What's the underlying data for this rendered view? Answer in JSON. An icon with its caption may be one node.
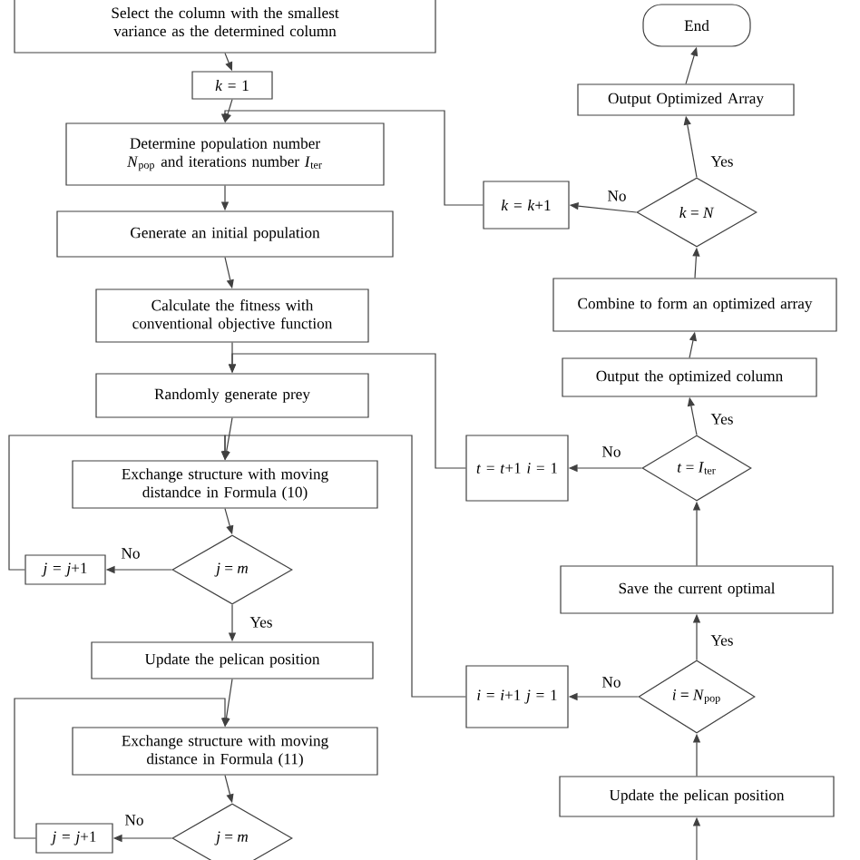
{
  "diagram": {
    "nodes": [
      {
        "text": [
          "Select the column with the smallest variance as the determined column"
        ]
      },
      {
        "text": [
          "*k* = 1"
        ]
      },
      {
        "text": [
          "Determine population number *N*$_{pop}$ and iterations number *I*$_{ter}$"
        ]
      },
      {
        "text": [
          "Generate an initial population"
        ]
      },
      {
        "text": [
          "Calculate the fitness with conventional objective function"
        ]
      },
      {
        "text": [
          "Randomly generate prey"
        ]
      },
      {
        "text": [
          "Exchange structure with moving distandce in Formula (10)"
        ]
      },
      {
        "text": [
          "*j* = *m*"
        ]
      },
      {
        "text": [
          "*j* = *j*+1"
        ]
      },
      {
        "text": [
          "Update the pelican position"
        ]
      },
      {
        "text": [
          "Exchange structure with moving distance in Formula (11)"
        ]
      },
      {
        "text": [
          "*j* = *m*"
        ]
      },
      {
        "text": [
          "*j* = *j*+1"
        ]
      },
      {
        "text": [
          "End"
        ]
      },
      {
        "text": [
          "Output Optimized Array"
        ]
      },
      {
        "text": [
          "*k* = *N*"
        ]
      },
      {
        "text": [
          "*k* = *k*+1"
        ]
      },
      {
        "text": [
          "Combine to form an optimized array"
        ]
      },
      {
        "text": [
          "Output the  optimized column"
        ]
      },
      {
        "text": [
          "*t* = *I*$_{ter}$"
        ]
      },
      {
        "text": [
          "*t* = *t*+1 *i* = 1"
        ]
      },
      {
        "text": [
          "Save the current optimal"
        ]
      },
      {
        "text": [
          "*i* = *N*$_{pop}$"
        ]
      },
      {
        "text": [
          "*i* = *i*+1 *j* = 1"
        ]
      },
      {
        "text": [
          "Update the pelican position"
        ]
      }
    ],
    "edges": [
      {
        "from": 0,
        "to": 1,
        "arrow": "to"
      },
      {
        "from": 1,
        "to": 2,
        "arrow": "to"
      },
      {
        "from": 2,
        "to": 3,
        "arrow": "to"
      },
      {
        "from": 3,
        "to": 4,
        "arrow": "to"
      },
      {
        "from": 4,
        "to": 5,
        "arrow": "to"
      },
      {
        "from": 5,
        "to": 6,
        "arrow": "to"
      },
      {
        "from": 6,
        "to": 7,
        "arrow": "to"
      },
      {
        "from": 7,
        "to": 8,
        "arrow": "to",
        "label": "No"
      },
      {
        "from": 8,
        "to": 6,
        "arrow": "to"
      },
      {
        "from": 7,
        "to": 9,
        "arrow": "to",
        "label": "Yes"
      },
      {
        "from": 9,
        "to": 10,
        "arrow": "to"
      },
      {
        "from": 10,
        "to": 11,
        "arrow": "to"
      },
      {
        "from": 11,
        "to": 12,
        "arrow": "to",
        "label": "No"
      },
      {
        "from": 12,
        "to": 10,
        "arrow": "to"
      },
      {
        "from": 15,
        "to": 14,
        "arrow": "to",
        "label": "Yes"
      },
      {
        "from": 14,
        "to": 13,
        "arrow": "to"
      },
      {
        "from": 15,
        "to": 16,
        "arrow": "to",
        "label": "No"
      },
      {
        "from": 16,
        "to": 2,
        "arrow": "to"
      },
      {
        "from": 17,
        "to": 15,
        "arrow": "to"
      },
      {
        "from": 18,
        "to": 17,
        "arrow": "to"
      },
      {
        "from": 19,
        "to": 18,
        "arrow": "to",
        "label": "Yes"
      },
      {
        "from": 19,
        "to": 20,
        "arrow": "to",
        "label": "No"
      },
      {
        "from": 20,
        "to": 5,
        "arrow": "to"
      },
      {
        "from": 21,
        "to": 19,
        "arrow": "to"
      },
      {
        "from": 22,
        "to": 21,
        "arrow": "to",
        "label": "Yes"
      },
      {
        "from": 22,
        "to": 23,
        "arrow": "to",
        "label": "No"
      },
      {
        "from": 23,
        "to": 6,
        "arrow": "to"
      },
      {
        "from": 24,
        "to": 22,
        "arrow": "to"
      },
      {
        "from": null,
        "to": 24,
        "arrow": "to"
      }
    ]
  }
}
